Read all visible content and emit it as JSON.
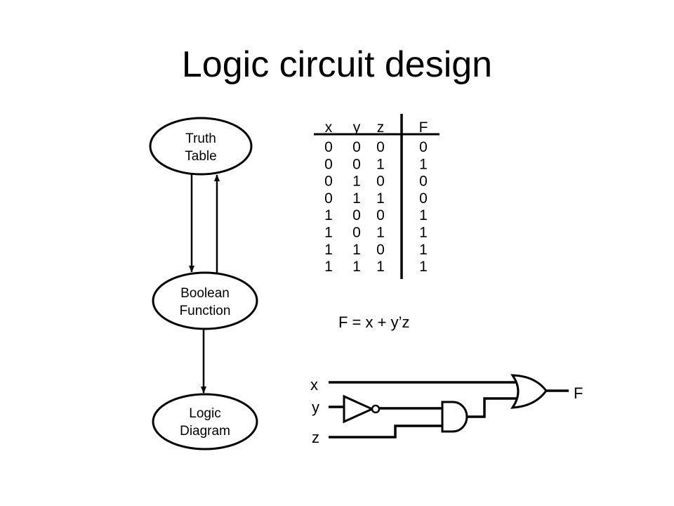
{
  "title": "Logic circuit design",
  "flow": {
    "nodes": [
      {
        "id": "truth-table",
        "line1": "Truth",
        "line2": "Table"
      },
      {
        "id": "boolean-function",
        "line1": "Boolean",
        "line2": "Function"
      },
      {
        "id": "logic-diagram",
        "line1": "Logic",
        "line2": "Diagram"
      }
    ]
  },
  "truth_table": {
    "headers": [
      "x",
      "y",
      "z",
      "F"
    ],
    "rows": [
      [
        "0",
        "0",
        "0",
        "0"
      ],
      [
        "0",
        "0",
        "1",
        "1"
      ],
      [
        "0",
        "1",
        "0",
        "0"
      ],
      [
        "0",
        "1",
        "1",
        "0"
      ],
      [
        "1",
        "0",
        "0",
        "1"
      ],
      [
        "1",
        "0",
        "1",
        "1"
      ],
      [
        "1",
        "1",
        "0",
        "1"
      ],
      [
        "1",
        "1",
        "1",
        "1"
      ]
    ]
  },
  "equation": "F = x + y’z",
  "circuit": {
    "inputs": [
      "x",
      "y",
      "z"
    ],
    "output": "F"
  }
}
